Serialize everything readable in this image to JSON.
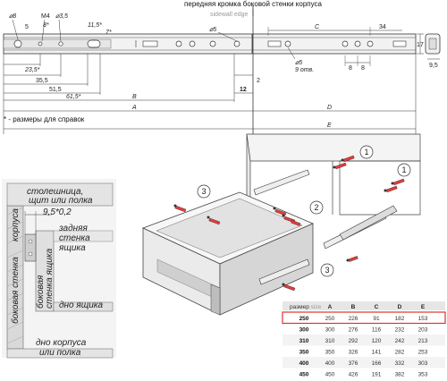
{
  "top": {
    "front_edge_label": "передняя кромка боковой стенки корпуса",
    "sidewall_edge": "sidewall edge",
    "dims": {
      "d8": "⌀8",
      "five": "5",
      "m4": "M4",
      "d3_5": "⌀3,5",
      "eight_star": "8*",
      "eleven_five": "11,5*",
      "seven_star": "7*",
      "d5_top": "⌀5",
      "c": "C",
      "thirty_four": "34",
      "seventeen": "17",
      "nine_five": "9,5",
      "d5_bot": "⌀5",
      "nine_holes": "9 отв.",
      "eight_a": "8",
      "eight_b": "8",
      "twenty_three_five": "23,5*",
      "thirty_five_five": "35,5",
      "fifty_one_five": "51,5",
      "sixty_one_five": "61,5*",
      "two": "2",
      "twelve": "12",
      "b": "B",
      "a": "A",
      "d": "D",
      "e": "E"
    },
    "footnote": "* - размеры для справок"
  },
  "side": {
    "top_label_1": "столешница,",
    "top_label_2": "щит или полка",
    "dim": "9,5*0,2",
    "back_1": "задняя",
    "back_2": "стенка",
    "back_3": "ящика",
    "body_1": "боковая стенка",
    "body_2": "корпуса",
    "side_1": "боковая",
    "side_2": "стенка ящика",
    "bottom": "дно ящика",
    "under_1": "дно корпуса",
    "under_2": "или полка"
  },
  "callouts": [
    "1",
    "2",
    "3",
    "1",
    "3"
  ],
  "table": {
    "header_label": "размер",
    "header_label_en": "size",
    "columns": [
      "A",
      "B",
      "C",
      "D",
      "E"
    ],
    "rows": [
      {
        "size": "250",
        "values": [
          "250",
          "226",
          "91",
          "182",
          "153"
        ],
        "highlight": true
      },
      {
        "size": "300",
        "values": [
          "300",
          "276",
          "116",
          "232",
          "203"
        ],
        "highlight": false
      },
      {
        "size": "310",
        "values": [
          "310",
          "292",
          "120",
          "242",
          "213"
        ],
        "highlight": false
      },
      {
        "size": "350",
        "values": [
          "350",
          "326",
          "141",
          "282",
          "253"
        ],
        "highlight": false
      },
      {
        "size": "400",
        "values": [
          "400",
          "376",
          "166",
          "332",
          "303"
        ],
        "highlight": false
      },
      {
        "size": "450",
        "values": [
          "450",
          "426",
          "191",
          "382",
          "353"
        ],
        "highlight": false
      }
    ],
    "highlight_color": "#e23030"
  }
}
